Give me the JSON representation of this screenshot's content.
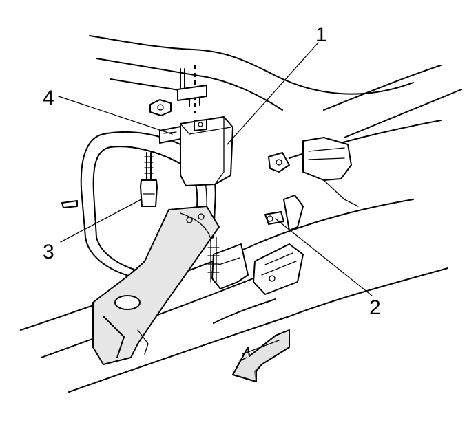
{
  "callouts": [
    {
      "id": "1",
      "label": "1"
    },
    {
      "id": "2",
      "label": "2"
    },
    {
      "id": "3",
      "label": "3"
    },
    {
      "id": "4",
      "label": "4"
    }
  ],
  "direction_arrow": {
    "meaning": "front-of-vehicle",
    "icon": "arrow-icon"
  }
}
